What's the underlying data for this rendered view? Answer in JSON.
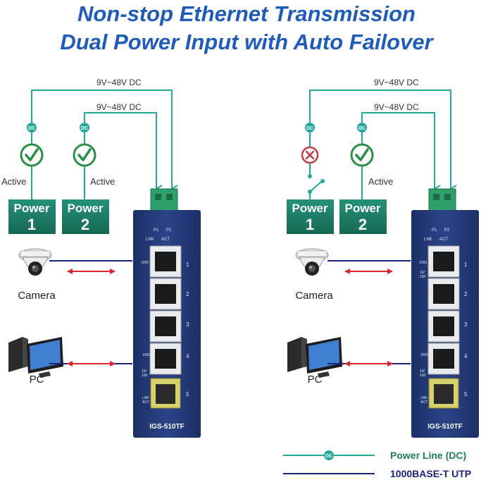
{
  "title": {
    "line1": "Non-stop Ethernet Transmission",
    "line2": "Dual Power Input with Auto Failover"
  },
  "scenarios": [
    {
      "voltage_labels": [
        "9V~48V DC",
        "9V~48V DC"
      ],
      "dc_badge": "DC",
      "power_units": [
        {
          "word": "Power",
          "number": "1",
          "state": "Active",
          "status_icon": "check-icon"
        },
        {
          "word": "Power",
          "number": "2",
          "state": "Active",
          "status_icon": "check-icon"
        }
      ],
      "devices": [
        {
          "name": "Camera",
          "icon": "camera-icon"
        },
        {
          "name": "PC",
          "icon": "pc-icon"
        }
      ]
    },
    {
      "voltage_labels": [
        "9V~48V DC",
        "9V~48V DC"
      ],
      "dc_badge": "DC",
      "power_units": [
        {
          "word": "Power",
          "number": "1",
          "state": "",
          "status_icon": "cross-icon"
        },
        {
          "word": "Power",
          "number": "2",
          "state": "Active",
          "status_icon": "check-icon"
        }
      ],
      "devices": [
        {
          "name": "Camera",
          "icon": "camera-icon"
        },
        {
          "name": "PC",
          "icon": "pc-icon"
        }
      ]
    }
  ],
  "switch": {
    "model": "IGS-510TF",
    "power_leds": [
      "P1",
      "P2"
    ],
    "link_label": "LNK",
    "act_label": "ACT",
    "speed_1000": "1000",
    "speed_10": "10/",
    "speed_100": "100",
    "sfp_lnk": "LNK",
    "sfp_act": "ACT",
    "port_numbers": [
      "1",
      "2",
      "3",
      "4",
      "5"
    ]
  },
  "legend": {
    "power_line": "Power Line (DC)",
    "utp": "1000BASE-T UTP",
    "dc_badge": "DC"
  },
  "colors": {
    "title": "#1f5bb8",
    "power_line": "#24a89a",
    "utp_line": "#1a237e",
    "power_box": "#1e7e6a",
    "switch_body": "#243a78",
    "arrow": "#d9272a",
    "legend_text": "#1e7e5a",
    "legend_utp_text": "#1a237e"
  }
}
